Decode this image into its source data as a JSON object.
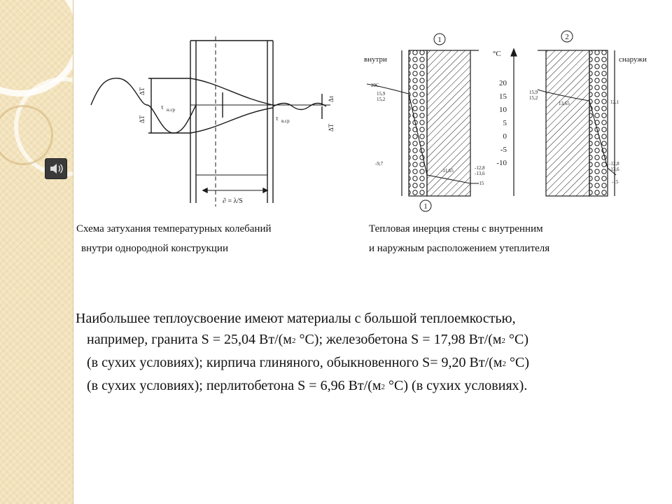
{
  "colors": {
    "strip": "#f3e3bc",
    "text": "#111111",
    "ink": "#1a1a1a"
  },
  "nav": {
    "icon": "speaker-icon"
  },
  "diagram_left": {
    "labels": {
      "delta_t_n": "ΔT",
      "delta_t_n2": "ΔT",
      "tau_n_cp": "τ",
      "tau_n_sub": "н.ср",
      "tau_v_cp": "τ",
      "tau_v_sub": "в.ср",
      "delta_t_v": "Δτ",
      "delta_t_v2": "ΔT",
      "ratio": "∂ = λ/S"
    }
  },
  "diagram_right": {
    "markers": [
      "1",
      "2",
      "1"
    ],
    "inside_label": "внутри",
    "outside_label": "снаружи",
    "unit": "°С",
    "axis_ticks": [
      "20",
      "15",
      "10",
      "5",
      "0",
      "-5",
      "-10"
    ],
    "wall1_values": [
      "20С",
      "15,9",
      "15,2",
      "-9,7",
      "-11,65",
      "-12,8",
      "-13,6",
      "-15"
    ],
    "wall2_values": [
      "15,9",
      "15,2",
      "13,65",
      "12,1",
      "-12,8",
      "-13,6",
      "-15"
    ]
  },
  "captions": {
    "left_line1": "Схема затухания температурных колебаний",
    "left_line2": "внутри однородной конструкции",
    "right_line1": "Тепловая инерция стены с внутренним",
    "right_line2": "и наружным расположением утеплителя"
  },
  "body": {
    "row1": "Наибольшее теплоусвоение имеют материалы с большой  теплоемкостью,",
    "row2a": "например, гранита S = 25,04 Вт/(м",
    "row2sup1": "2",
    "row2b": " °С); железобетона S = 17,98 Вт/(м",
    "row2sup2": "2",
    "row2c": " °С)",
    "row3a": "(в сухих условиях); кирпича глиняного, обыкновенного S= 9,20 Вт/(м",
    "row3sup": "2",
    "row3b": " °С)",
    "row4a": "(в сухих условиях); перлитобетона S = 6,96 Вт/(м",
    "row4sup": "2",
    "row4b": " °С) (в сухих условиях)."
  }
}
